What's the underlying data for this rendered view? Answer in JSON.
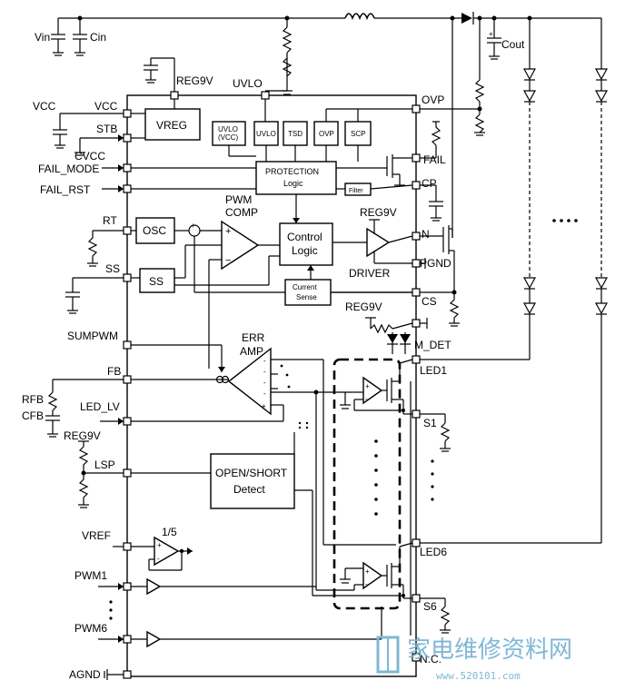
{
  "labels": {
    "vin": "Vin",
    "cin": "Cin",
    "cout": "Cout",
    "vcc_ext": "VCC",
    "vcc_pin": "VCC",
    "stb": "STB",
    "cvcc": "CVCC",
    "fail_mode": "FAIL_MODE",
    "fail_rst": "FAIL_RST",
    "rt": "RT",
    "ss": "SS",
    "sumpwm": "SUMPWM",
    "fb": "FB",
    "rfb": "RFB",
    "cfb": "CFB",
    "led_lv": "LED_LV",
    "reg9v_lsp": "REG9V",
    "lsp": "LSP",
    "vref": "VREF",
    "pwm1": "PWM1",
    "pwm6": "PWM6",
    "agnd": "AGND",
    "reg9v_top": "REG9V",
    "uvlo_top": "UVLO",
    "vreg": "VREG",
    "uvlo_vcc_1": "UVLO",
    "uvlo_vcc_2": "(VCC)",
    "uvlo_block": "UVLO",
    "tsd": "TSD",
    "ovp_block": "OVP",
    "scp": "SCP",
    "protection_1": "PROTECTION",
    "protection_2": "Logic",
    "filter": "Filter",
    "pwm_1": "PWM",
    "pwm_2": "COMP",
    "osc": "OSC",
    "ss_block": "SS",
    "control_1": "Control",
    "control_2": "Logic",
    "current_1": "Current",
    "current_2": "Sense",
    "reg9v_driver": "REG9V",
    "driver": "DRIVER",
    "err_1": "ERR",
    "err_2": "AMP",
    "open_short_1": "OPEN/SHORT",
    "open_short_2": "Detect",
    "ratio": "1/5",
    "reg9v_mdet": "REG9V",
    "ovp_pin": "OVP",
    "fail_pin": "FAIL",
    "cp_pin": "CP",
    "n_pin": "N",
    "pgnd_pin": "PGND",
    "cs_pin": "CS",
    "mdet_pin": "M_DET",
    "led1_pin": "LED1",
    "s1_pin": "S1",
    "led6_pin": "LED6",
    "s6_pin": "S6",
    "nc_pin": "N.C.",
    "watermark_cn": "家电维修资料网",
    "watermark_url": "www.520101.com"
  }
}
